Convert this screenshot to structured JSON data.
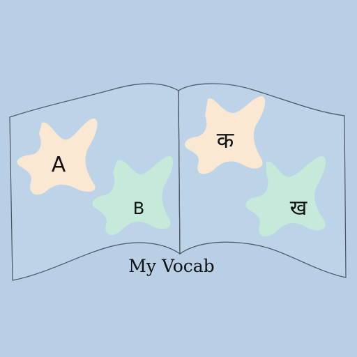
{
  "title": "My Vocab",
  "letters": {
    "left_top": "A",
    "left_bottom": "B",
    "right_top": "क",
    "right_bottom": "ख"
  },
  "colors": {
    "background": "#b8cfe6",
    "book_fill": "#bdd3e8",
    "book_outline": "#4a5560",
    "star_peach": "#fbe8d2",
    "star_mint": "#c6ead9"
  }
}
